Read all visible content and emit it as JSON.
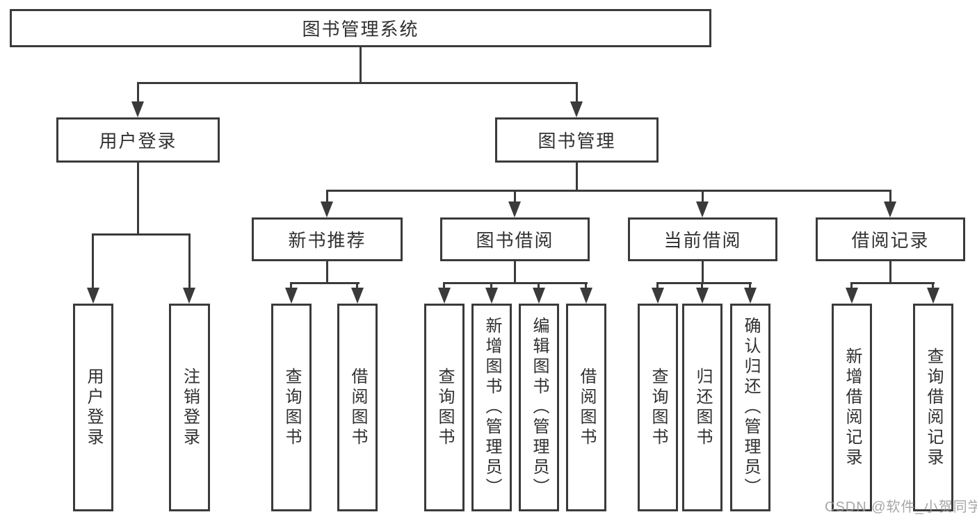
{
  "diagram": {
    "root": {
      "label": "图书管理系统"
    },
    "level2": [
      {
        "id": "user-login",
        "label": "用户登录"
      },
      {
        "id": "book-management",
        "label": "图书管理"
      }
    ],
    "level3": [
      {
        "id": "new-book-recommend",
        "label": "新书推荐"
      },
      {
        "id": "book-borrow",
        "label": "图书借阅"
      },
      {
        "id": "current-borrow",
        "label": "当前借阅"
      },
      {
        "id": "borrow-records",
        "label": "借阅记录"
      }
    ],
    "leaves": {
      "user_login": [
        {
          "label": "用户登录"
        },
        {
          "label": "注销登录"
        }
      ],
      "new_book_recommend": [
        {
          "label": "查询图书"
        },
        {
          "label": "借阅图书"
        }
      ],
      "book_borrow": [
        {
          "label": "查询图书"
        },
        {
          "label": "新增图书（管理员）"
        },
        {
          "label": "编辑图书（管理员）"
        },
        {
          "label": "借阅图书"
        }
      ],
      "current_borrow": [
        {
          "label": "查询图书"
        },
        {
          "label": "归还图书"
        },
        {
          "label": "确认归还（管理员）"
        }
      ],
      "borrow_records": [
        {
          "label": "新增借阅记录"
        },
        {
          "label": "查询借阅记录"
        }
      ]
    }
  },
  "watermark": {
    "text": "CSDN @软件_小贺同学"
  },
  "colors": {
    "line": "#3a3a3a",
    "text": "#303030",
    "watermark": "#969696",
    "background": "#ffffff"
  },
  "icons": {
    "arrowhead": "arrow-down-icon"
  }
}
